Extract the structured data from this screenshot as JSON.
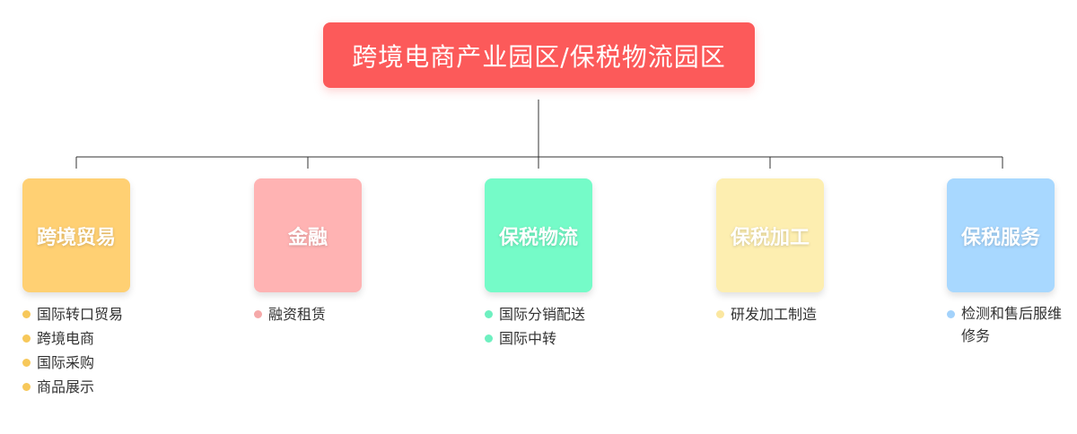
{
  "root": {
    "title": "跨境电商产业园区/保税物流园区",
    "color": "#fc5a5a"
  },
  "branches": [
    {
      "title": "跨境贸易",
      "color": "#ffd073",
      "dot_color": "#f7c85a",
      "items": [
        "国际转口贸易",
        "跨境电商",
        "国际采购",
        "商品展示"
      ]
    },
    {
      "title": "金融",
      "color": "#ffb3b3",
      "dot_color": "#f5a9a9",
      "items": [
        "融资租赁"
      ]
    },
    {
      "title": "保税物流",
      "color": "#75fbc8",
      "dot_color": "#6ef0c0",
      "items": [
        "国际分销配送",
        "国际中转"
      ]
    },
    {
      "title": "保税加工",
      "color": "#fdeeb0",
      "dot_color": "#fbe7a0",
      "items": [
        "研发加工制造"
      ]
    },
    {
      "title": "保税服务",
      "color": "#a8d8ff",
      "dot_color": "#a3d2fb",
      "items": [
        "检测和售后服维修务"
      ]
    }
  ]
}
